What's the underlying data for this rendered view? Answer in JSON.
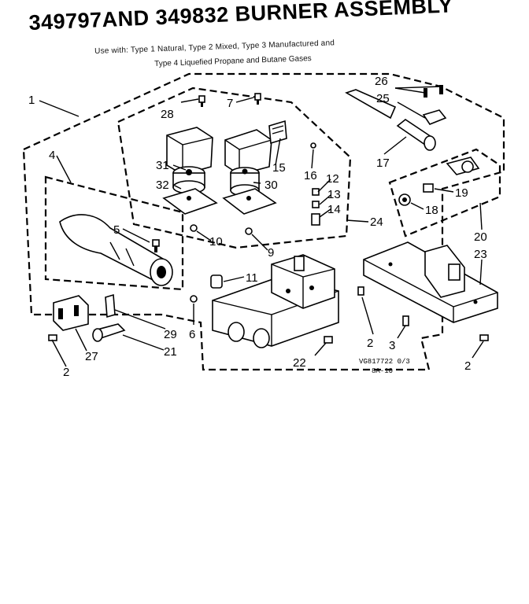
{
  "title": "349797AND 349832 BURNER ASSEMBLY",
  "subtitle": {
    "line1": "Use with: Type 1     Natural, Type 2     Mixed, Type 3     Manufactured and",
    "line2": "Type 4     Liquefied Propane and Butane Gases"
  },
  "drawing_code": "VG817722 0/3",
  "drawing_ref": "8A-10",
  "callouts": {
    "c1": "1",
    "c2a": "2",
    "c2b": "2",
    "c2c": "2",
    "c3": "3",
    "c4": "4",
    "c5": "5",
    "c6": "6",
    "c7": "7",
    "c9": "9",
    "c10": "10",
    "c11": "11",
    "c12": "12",
    "c13": "13",
    "c14": "14",
    "c15": "15",
    "c16": "16",
    "c17": "17",
    "c18": "18",
    "c19": "19",
    "c20": "20",
    "c21": "21",
    "c22": "22",
    "c23": "23",
    "c24": "24",
    "c25": "25",
    "c26": "26",
    "c27": "27",
    "c28": "28",
    "c29": "29",
    "c30": "30",
    "c31": "31",
    "c32": "32"
  }
}
